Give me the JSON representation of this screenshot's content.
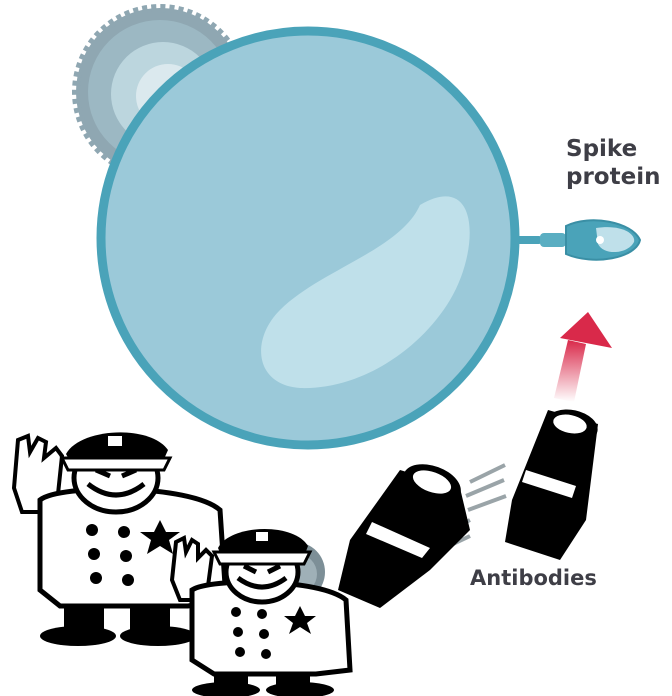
{
  "labels": {
    "spike_line1": "Spike",
    "spike_line2": "protein",
    "antibodies": "Antibodies"
  },
  "icons": [
    "virus-particle-back",
    "cell-sphere",
    "spike-protein-icon",
    "red-arrow-icon",
    "antibody-icon",
    "police-officer-icon"
  ],
  "colors": {
    "cell_fill": "#9bc9d9",
    "cell_outline": "#4aa3b9",
    "cell_highlight": "#bfe0ea",
    "back_virus": "#9cb8c3",
    "arrow": "#d9294a",
    "text": "#3e3e46",
    "ink": "#000000"
  }
}
